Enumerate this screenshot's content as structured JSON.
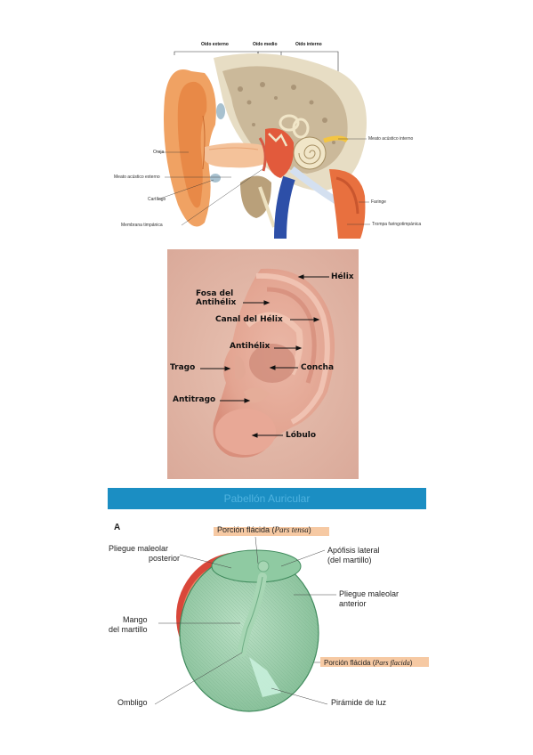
{
  "diagram1": {
    "headers": {
      "outer": "Oído externo",
      "middle": "Oído medio",
      "inner": "Oído interno"
    },
    "labels": {
      "oreja": "Oreja",
      "meato_externo": "Meato acústico externo",
      "cartilago": "Cartílago",
      "membrana": "Membrana timpánica",
      "meato_interno": "Meato acústico interno",
      "faringe": "Faringe",
      "trompa": "Trompa faringotimpánica"
    }
  },
  "diagram2": {
    "labels": {
      "helix": "Hélix",
      "fosa1": "Fosa del",
      "fosa2": "Antihélix",
      "canal": "Canal del Hélix",
      "antihelix": "Antihélix",
      "trago": "Trago",
      "concha": "Concha",
      "antitrago": "Antitrago",
      "lobulo": "Lóbulo"
    }
  },
  "banner": {
    "title": "Pabellón Auricular",
    "bg_color": "#1b8ec3"
  },
  "diagram3": {
    "letter": "A",
    "labels": {
      "porcion_tensa_a": "Porción flácida (",
      "porcion_tensa_b": "Pars tensa",
      "porcion_tensa_c": ")",
      "pliegue_post_1": "Pliegue maleolar",
      "pliegue_post_2": "posterior",
      "apofisis_1": "Apófisis lateral",
      "apofisis_2": "(del martillo)",
      "pliegue_ant_1": "Pliegue maleolar",
      "pliegue_ant_2": "anterior",
      "mango_1": "Mango",
      "mango_2": "del martillo",
      "flacida_a": "Porción flácida (",
      "flacida_b": "Pars flacida",
      "flacida_c": ")",
      "ombligo": "Ombligo",
      "piramide": "Pirámide de luz"
    }
  }
}
